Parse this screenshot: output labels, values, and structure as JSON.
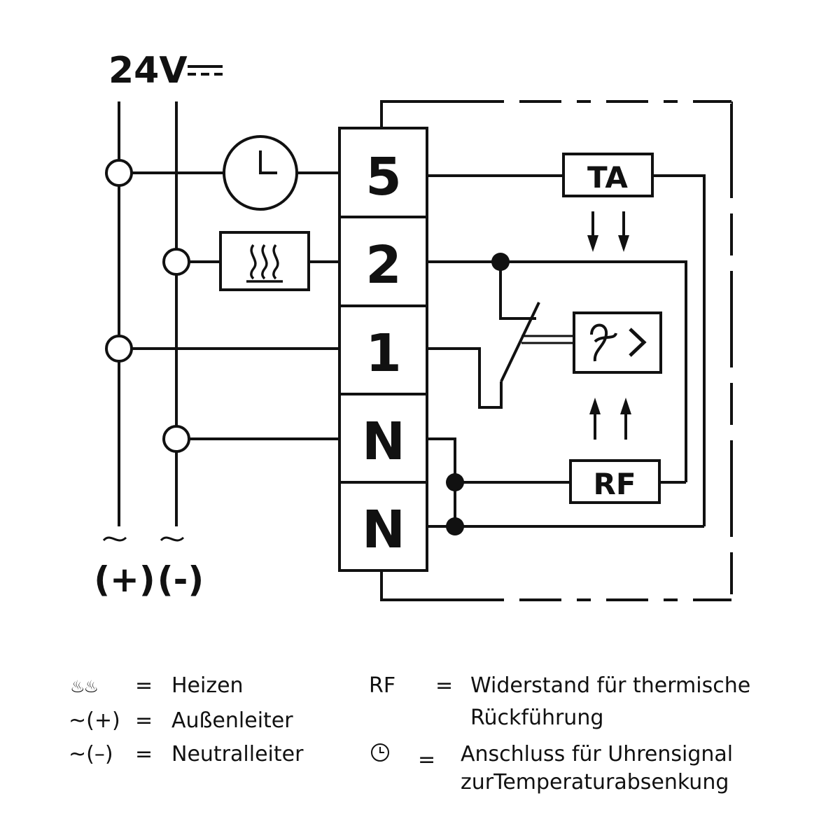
{
  "header": {
    "voltage": "24V"
  },
  "terminals": [
    "5",
    "2",
    "1",
    "N",
    "N"
  ],
  "blocks": {
    "ta": "TA",
    "rf": "RF"
  },
  "supply": {
    "plus_tilde": "~",
    "minus_tilde": "~",
    "plus": "(+)",
    "minus": "(-)"
  },
  "legend": {
    "left": [
      {
        "symbol": "heat-icon",
        "eq": "=",
        "text": "Heizen"
      },
      {
        "symbol": "~(+)",
        "eq": "=",
        "text": "Außenleiter"
      },
      {
        "symbol": "~(–)",
        "eq": "=",
        "text": "Neutralleiter"
      }
    ],
    "right": [
      {
        "symbol": "RF",
        "eq": "=",
        "text_line1": "Widerstand für thermische",
        "text_line2": "Rückführung"
      },
      {
        "symbol": "clock-icon",
        "eq": "=",
        "text_line1": "Anschluss für Uhrensignal",
        "text_line2": "zurTemperaturabsenkung"
      }
    ]
  }
}
